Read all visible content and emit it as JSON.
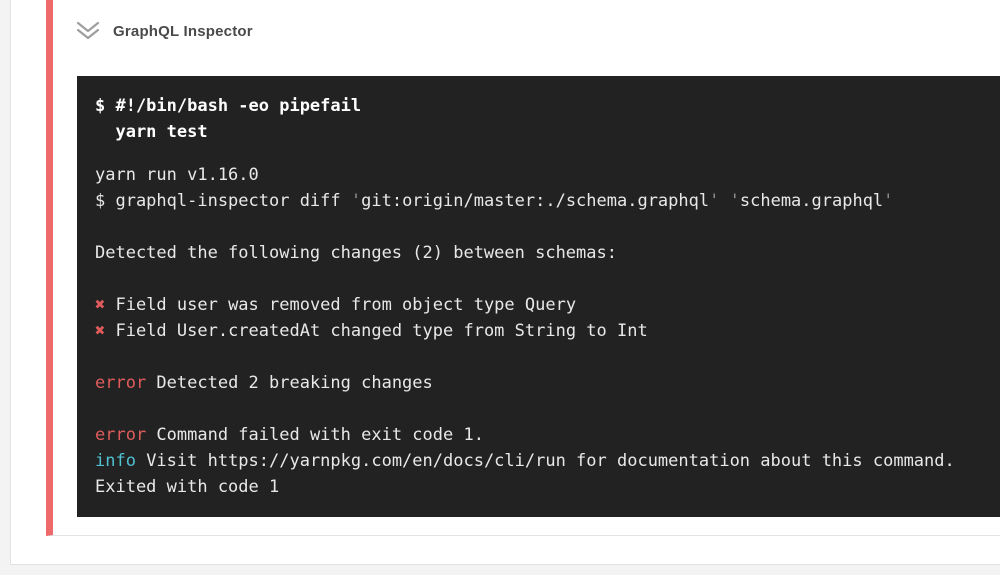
{
  "page": {
    "colors": {
      "page_bg": "#f3f3f3",
      "panel_bg": "#ffffff",
      "panel_border": "#e2e2e2",
      "card_border": "#e3e3e3",
      "accent_red": "#ee6a6a",
      "terminal_bg": "#222222",
      "terminal_text": "#e8e8e8",
      "terminal_bold": "#ffffff",
      "error_red": "#e05c5c",
      "info_cyan": "#4fc1d3",
      "dim_gray": "#8f8f8f",
      "title_color": "#4a4a4a",
      "chevron_gray": "#9e9e9e"
    }
  },
  "card": {
    "title": "GraphQL Inspector",
    "collapse_icon": "double-chevron-down-icon",
    "status": "failed"
  },
  "terminal": {
    "command_lines": [
      "$ #!/bin/bash -eo pipefail",
      "  yarn test"
    ],
    "output_lines": [
      {
        "segments": [
          {
            "text": "yarn run v1.16.0",
            "style": "plain"
          }
        ]
      },
      {
        "segments": [
          {
            "text": "$ graphql-inspector diff ",
            "style": "plain"
          },
          {
            "text": "'",
            "style": "dim"
          },
          {
            "text": "git:origin/master:./schema.graphql",
            "style": "plain"
          },
          {
            "text": "'",
            "style": "dim"
          },
          {
            "text": " ",
            "style": "plain"
          },
          {
            "text": "'",
            "style": "dim"
          },
          {
            "text": "schema.graphql",
            "style": "plain"
          },
          {
            "text": "'",
            "style": "dim"
          }
        ]
      },
      {
        "segments": []
      },
      {
        "segments": [
          {
            "text": "Detected the following changes (2) between schemas:",
            "style": "plain"
          }
        ]
      },
      {
        "segments": []
      },
      {
        "segments": [
          {
            "text": "✖",
            "style": "red"
          },
          {
            "text": " Field user was removed from object type Query",
            "style": "plain"
          }
        ]
      },
      {
        "segments": [
          {
            "text": "✖",
            "style": "red"
          },
          {
            "text": " Field User.createdAt changed type from String to Int",
            "style": "plain"
          }
        ]
      },
      {
        "segments": []
      },
      {
        "segments": [
          {
            "text": "error",
            "style": "red"
          },
          {
            "text": " Detected 2 breaking changes",
            "style": "plain"
          }
        ]
      },
      {
        "segments": []
      },
      {
        "segments": [
          {
            "text": "error",
            "style": "red"
          },
          {
            "text": " Command failed with exit code 1.",
            "style": "plain"
          }
        ]
      },
      {
        "segments": [
          {
            "text": "info",
            "style": "cyan"
          },
          {
            "text": " Visit https://yarnpkg.com/en/docs/cli/run for documentation about this command.",
            "style": "plain"
          }
        ]
      },
      {
        "segments": [
          {
            "text": "Exited with code 1",
            "style": "plain"
          }
        ]
      }
    ]
  }
}
